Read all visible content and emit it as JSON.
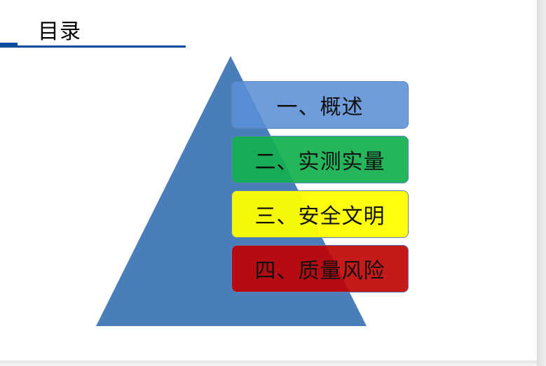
{
  "page": {
    "title": "目录"
  },
  "colors": {
    "accent": "#0b4a9c",
    "pyramid": "#4a7ebb"
  },
  "toc": {
    "items": [
      {
        "label": "一、概述",
        "color": "#5b8fd6"
      },
      {
        "label": "二、实测实量",
        "color": "#12b04e"
      },
      {
        "label": "三、安全文明",
        "color": "#ffff00"
      },
      {
        "label": "四、质量风险",
        "color": "#c00000"
      }
    ]
  }
}
